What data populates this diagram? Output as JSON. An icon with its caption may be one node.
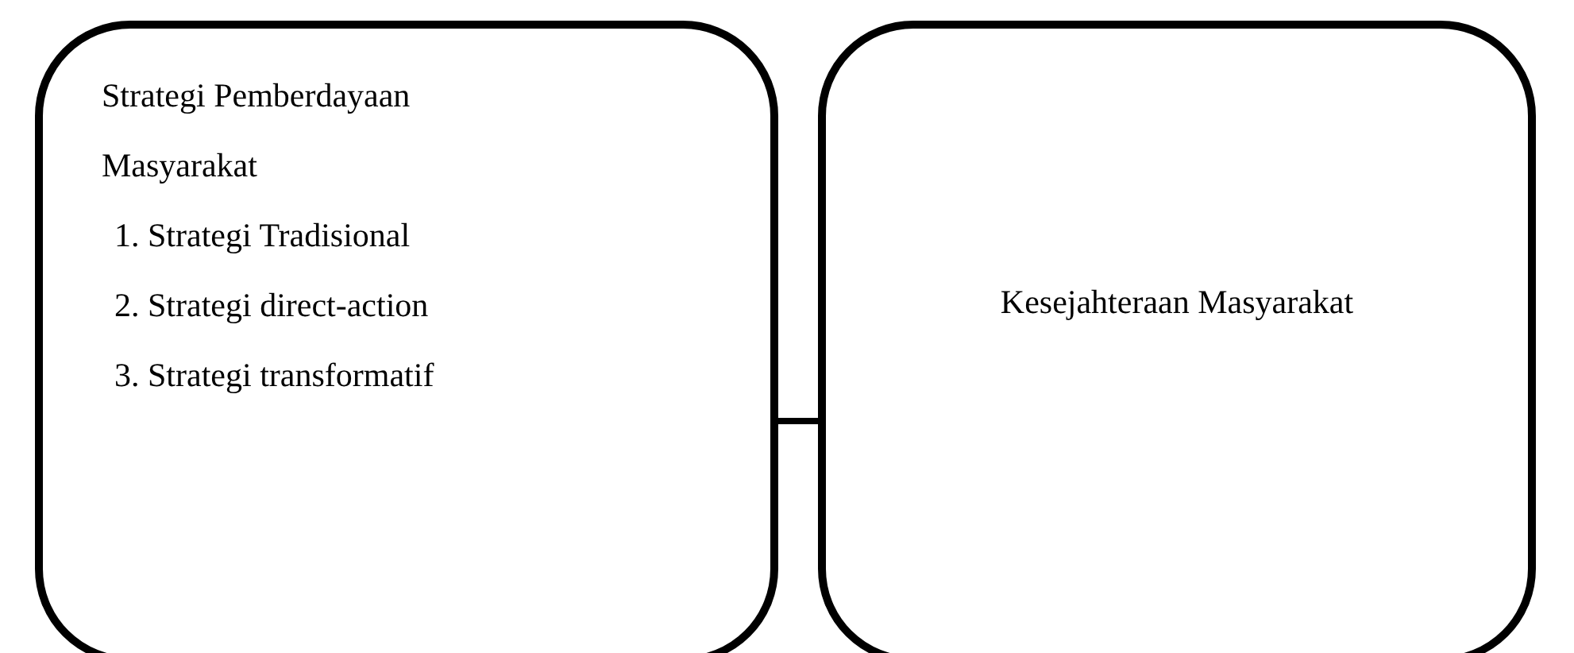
{
  "diagram": {
    "nodes": [
      {
        "text": [
          "Strategi Pemberdayaan Masyarakat",
          "1. Strategi Tradisional",
          "2. Strategi direct-action",
          "3. Strategi transformatif"
        ]
      },
      {
        "text": [
          "Kesejahteraan Masyarakat"
        ]
      }
    ],
    "edges": [
      {
        "from": 0,
        "to": 1,
        "arrow": "none"
      }
    ]
  }
}
